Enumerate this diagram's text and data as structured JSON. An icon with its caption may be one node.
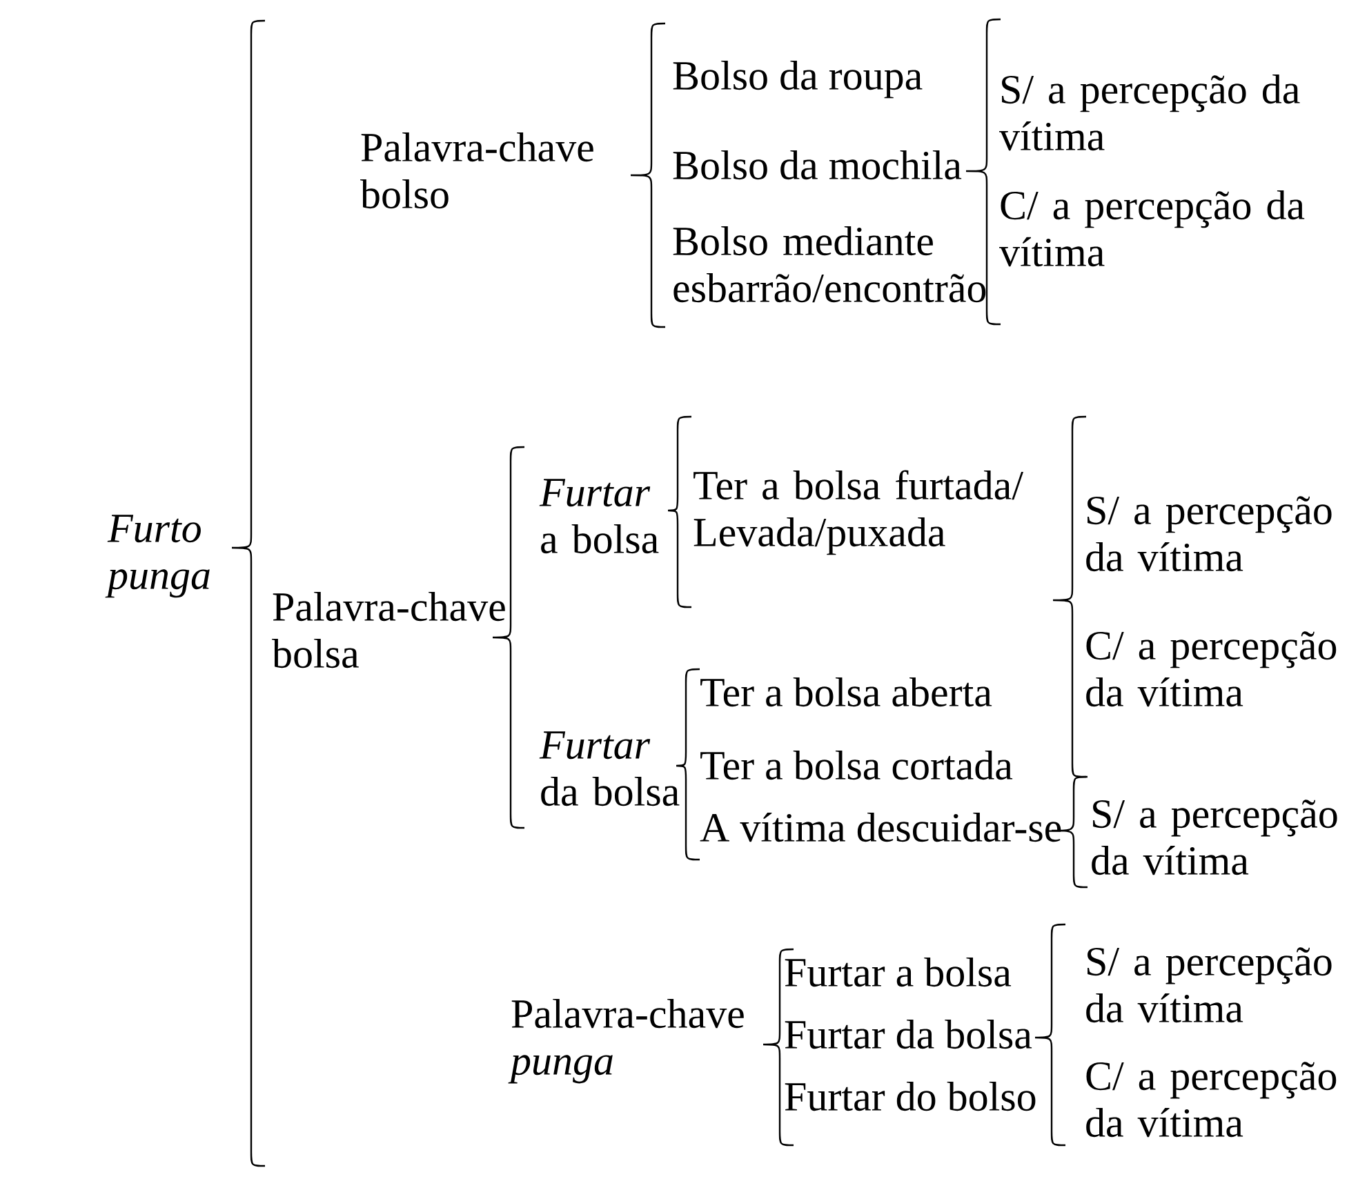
{
  "diagram": {
    "labels": [
      "Furto punga",
      "Palavra-chave bolso",
      "Bolso da roupa",
      "Bolso da mochila",
      "Bolso mediante esbarrão/encontrão",
      "S/ a percepção da vítima",
      "C/ a percepção da vítima",
      "Palavra-chave bolsa",
      "*Furtar* a bolsa",
      "Ter a bolsa furtada/ Levada/puxada",
      "S/ a percepção da vítima",
      "C/ a percepção da vítima",
      "*Furtar* da bolsa",
      "Ter a bolsa aberta",
      "Ter a bolsa cortada",
      "A vítima descuidar-se",
      "S/ a percepção da vítima",
      "Palavra-chave *punga*",
      "Furtar a bolsa",
      "Furtar da bolsa",
      "Furtar do bolso",
      "S/ a percepção da vítima",
      "C/ a percepção da vítima"
    ]
  }
}
